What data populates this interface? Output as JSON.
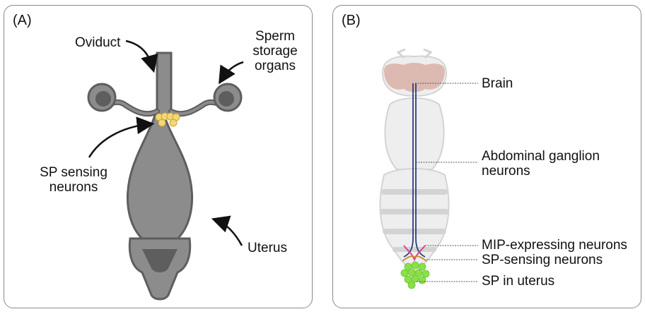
{
  "panel_a": {
    "label": "(A)",
    "oviduct": "Oviduct",
    "sperm_storage": [
      "Sperm",
      "storage",
      "organs"
    ],
    "sp_sensing": [
      "SP sensing",
      "neurons"
    ],
    "uterus": "Uterus"
  },
  "panel_b": {
    "label": "(B)",
    "brain": "Brain",
    "abdominal": [
      "Abdominal ganglion",
      "neurons"
    ],
    "mip": "MIP-expressing neurons",
    "sp_sensing": "SP-sensing neurons",
    "sp_uterus": "SP in uterus"
  },
  "colors": {
    "organ_gray": "#8c8c8c",
    "organ_dark": "#5e5e5e",
    "neuron_yellow": "#f4d774",
    "brain_pink": "#d9b0a6",
    "nerve_blue": "#2b3e7e",
    "mip_pink": "#d9478f",
    "sp_green": "#8be04a"
  }
}
